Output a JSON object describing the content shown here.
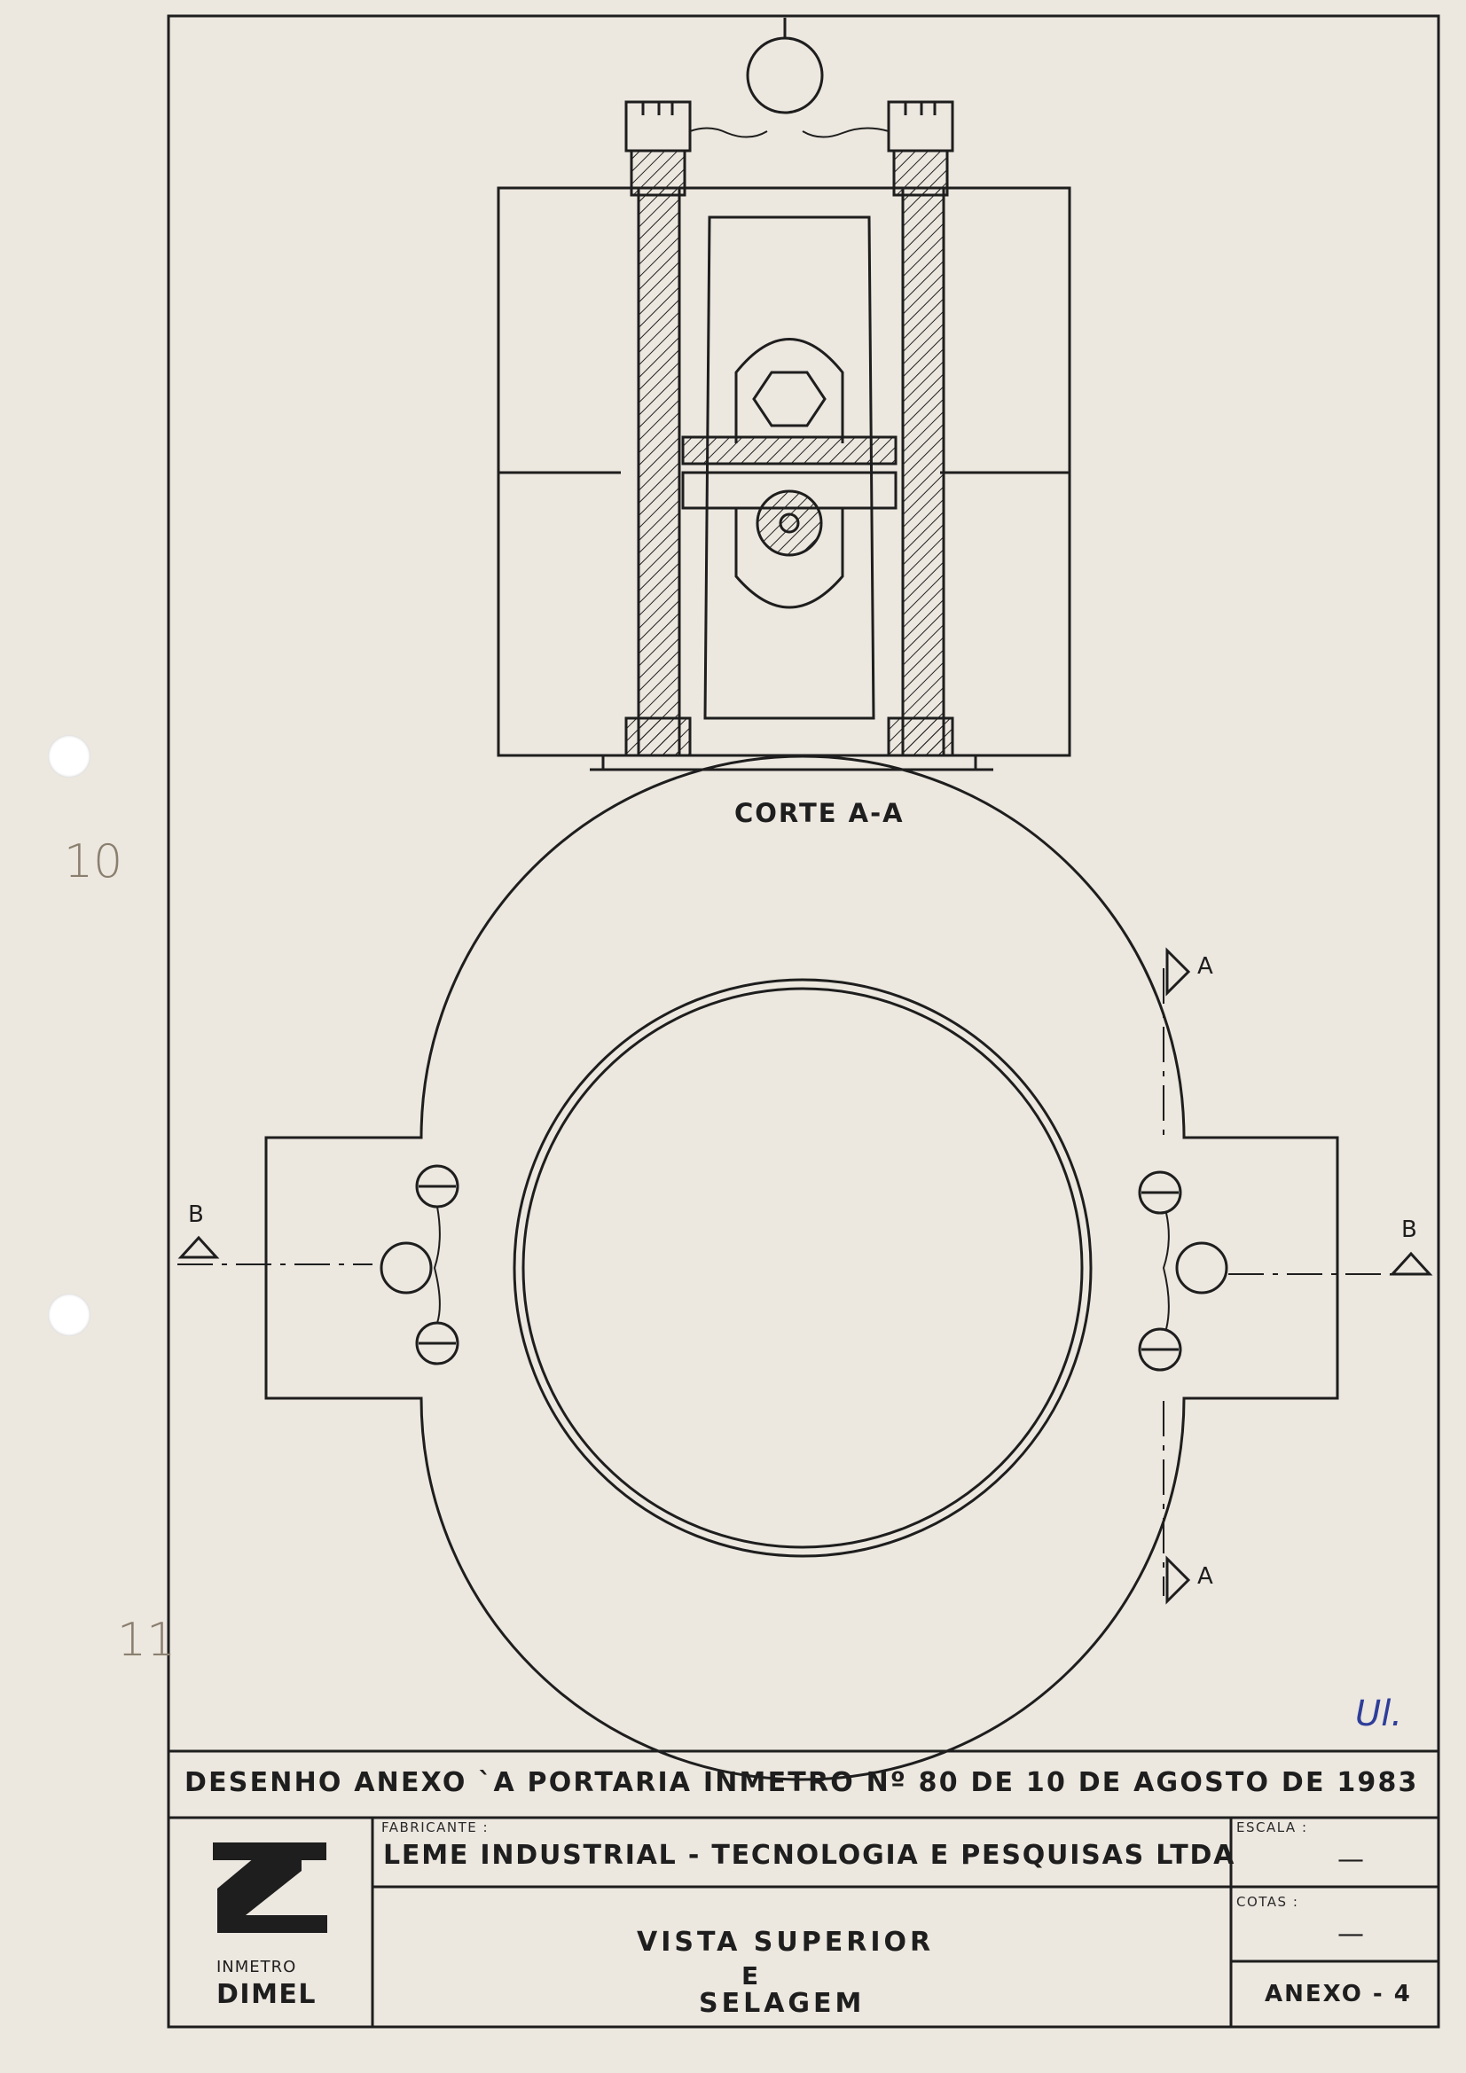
{
  "drawing": {
    "section_title": "CORTE A-A",
    "section_marks": {
      "a_top": "A",
      "a_bottom": "A",
      "b_left": "B",
      "b_right": "B"
    }
  },
  "margin_notes": {
    "top": "10",
    "bottom": "11",
    "initials": "Ul."
  },
  "title_block": {
    "header": "DESENHO ANEXO `A PORTARIA INMETRO Nº 80 DE 10 DE AGOSTO  DE 1983",
    "logo": {
      "line1": "INMETRO",
      "line2": "DIMEL"
    },
    "fabricante_label": "FABRICANTE :",
    "fabricante": "LEME INDUSTRIAL - TECNOLOGIA E PESQUISAS LTDA",
    "titulo": [
      "VISTA SUPERIOR",
      "E",
      "SELAGEM"
    ],
    "escala_label": "ESCALA :",
    "escala_value": "—",
    "cotas_label": "COTAS :",
    "cotas_value": "—",
    "anexo": "ANEXO - 4"
  }
}
